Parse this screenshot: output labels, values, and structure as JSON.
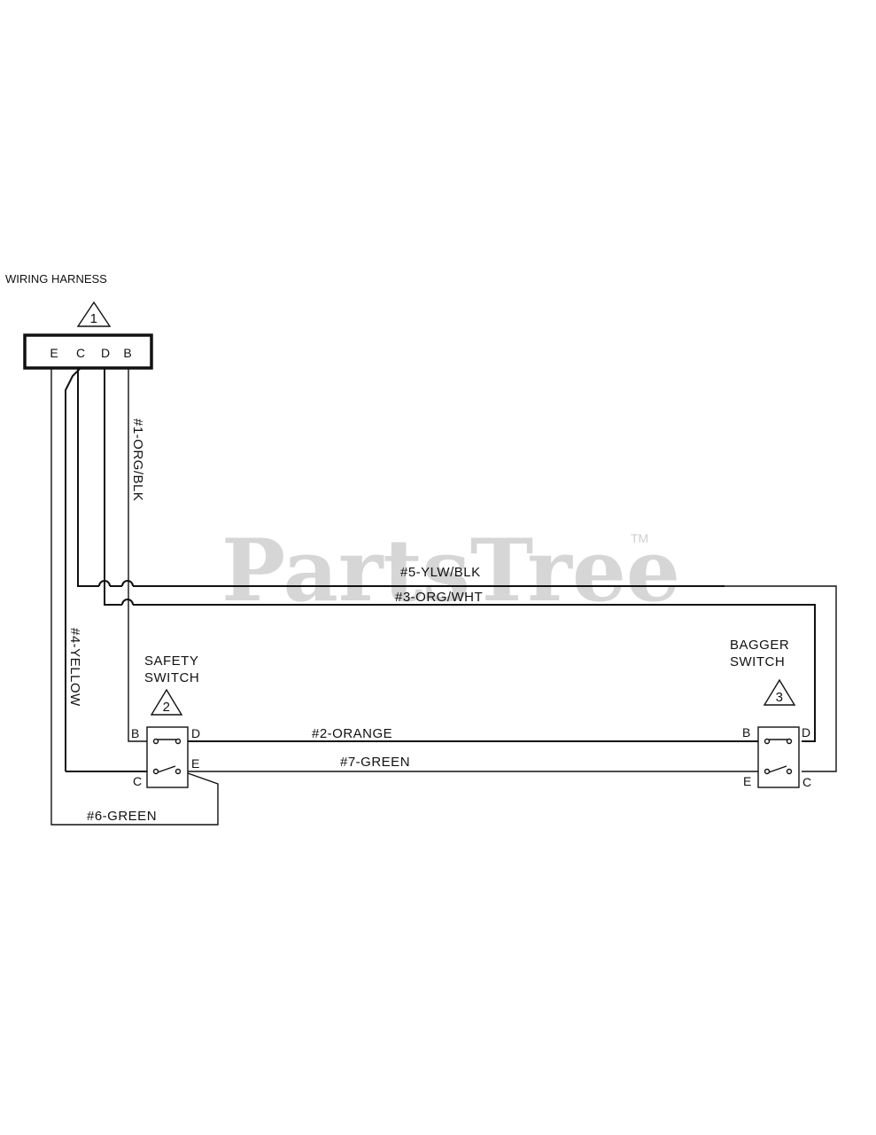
{
  "watermark": {
    "text": "PartsTree",
    "tm": "TM"
  },
  "harness": {
    "title": "WIRING HARNESS",
    "ref": "1",
    "pins": [
      "E",
      "C",
      "D",
      "B"
    ]
  },
  "safety_switch": {
    "line1": "SAFETY",
    "line2": "SWITCH",
    "ref": "2",
    "pins": {
      "b": "B",
      "d": "D",
      "c": "C",
      "e": "E"
    }
  },
  "bagger_switch": {
    "line1": "BAGGER",
    "line2": "SWITCH",
    "ref": "3",
    "pins": {
      "b": "B",
      "d": "D",
      "e": "E",
      "c": "C"
    }
  },
  "wires": {
    "w1": "#1-ORG/BLK",
    "w2": "#2-ORANGE",
    "w3": "#3-ORG/WHT",
    "w4": "#4-YELLOW",
    "w5": "#5-YLW/BLK",
    "w6": "#6-GREEN",
    "w7": "#7-GREEN"
  }
}
